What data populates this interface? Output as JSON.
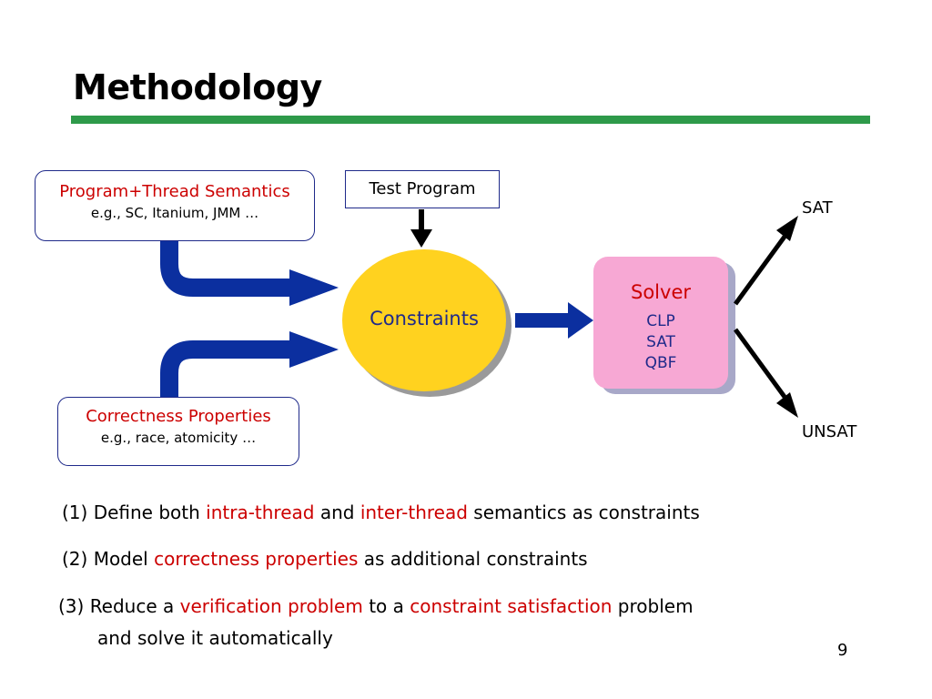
{
  "title": "Methodology",
  "boxes": {
    "program_semantics": {
      "title": "Program+Thread Semantics",
      "subtitle": "e.g., SC, Itanium, JMM …"
    },
    "test_program": "Test Program",
    "correctness": {
      "title": "Correctness Properties",
      "subtitle": "e.g., race, atomicity …"
    },
    "constraints": "Constraints",
    "solver": {
      "title": "Solver",
      "items": [
        "CLP",
        "SAT",
        "QBF"
      ]
    }
  },
  "outputs": {
    "sat": "SAT",
    "unsat": "UNSAT"
  },
  "steps": [
    {
      "prefix": "(1) Define both ",
      "hl1": "intra-thread",
      "mid": " and ",
      "hl2": "inter-thread",
      "suffix": " semantics as constraints"
    },
    {
      "prefix": "(2) Model ",
      "hl1": "correctness properties",
      "suffix": " as additional constraints"
    },
    {
      "prefix": "(3) Reduce a ",
      "hl1": "verification problem",
      "mid": " to a ",
      "hl2": "constraint satisfaction",
      "suffix": " problem",
      "line2": "and solve it automatically"
    }
  ],
  "page_number": "9",
  "colors": {
    "rule": "#2e9a4a",
    "arrow": "#0b2f9f",
    "highlight": "#cc0000",
    "ellipse": "#ffd21f",
    "solver": "#f7a8d4",
    "text_blue": "#1f2a8a"
  }
}
